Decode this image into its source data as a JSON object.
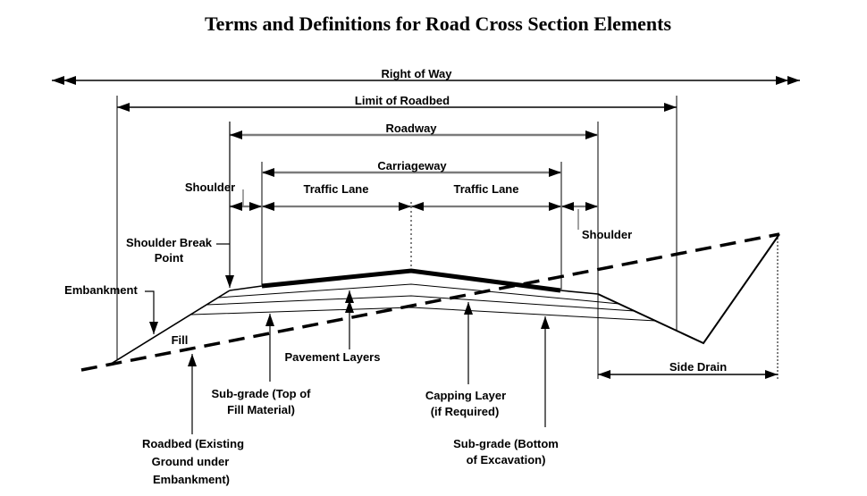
{
  "title": "Terms and Definitions for Road Cross Section Elements",
  "dimensions": {
    "right_of_way": "Right of Way",
    "limit_of_roadbed": "Limit of Roadbed",
    "roadway": "Roadway",
    "carriageway": "Carriageway",
    "traffic_lane_left": "Traffic Lane",
    "traffic_lane_right": "Traffic Lane",
    "shoulder_left": "Shoulder",
    "shoulder_right": "Shoulder",
    "side_drain": "Side Drain"
  },
  "labels": {
    "shoulder_break_line1": "Shoulder Break",
    "shoulder_break_line2": "Point",
    "embankment": "Embankment",
    "fill": "Fill",
    "pavement_layers": "Pavement Layers",
    "subgrade_top_line1": "Sub-grade (Top of",
    "subgrade_top_line2": "Fill Material)",
    "capping_line1": "Capping Layer",
    "capping_line2": "(if Required)",
    "roadbed_line1": "Roadbed (Existing",
    "roadbed_line2": "Ground under",
    "roadbed_line3": "Embankment)",
    "subgrade_bottom_line1": "Sub-grade (Bottom",
    "subgrade_bottom_line2": "of Excavation)"
  },
  "colors": {
    "ink": "#000000",
    "dimension_gray": "#7b7b7b",
    "background": "#ffffff"
  }
}
